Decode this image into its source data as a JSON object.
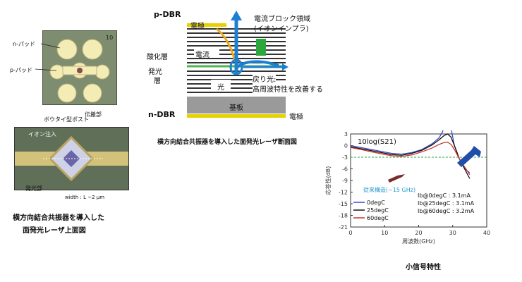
{
  "top_view": {
    "n_pad": "n-パッド",
    "p_pad": "p-パッド",
    "marker": "10",
    "post_label": "ボウタイ型ポスト",
    "propagation_label": "伝搬部",
    "injection_label": "イオン注入",
    "emission_label": "発光部",
    "width_label": "width : L ~2 μm",
    "caption_line1": "横方向結合共振器を導入した",
    "caption_line2": "面発光レーザ上面図"
  },
  "cross_section": {
    "p_dbr": "p-DBR",
    "electrode_top": "電極",
    "oxide_layer": "酸化層",
    "active_layer_line1": "発光",
    "active_layer_line2": "層",
    "current_label": "電流",
    "light_label": "光",
    "block_region_line1": "電流ブロック領域",
    "block_region_line2": "(イオンインプラ)",
    "feedback_line1": "戻り光:",
    "feedback_line2": "高周波特性を改善する",
    "substrate": "基板",
    "n_dbr": "n-DBR",
    "electrode_bottom": "電極",
    "caption": "横方向結合共振器を導入した面発光レーザ断面図"
  },
  "chart_caption": "小信号特性",
  "legacy_label": "従来構造(~15 GHz)",
  "conditions": [
    "Ib@0degC : 3.1mA",
    "Ib@25degC : 3.1mA",
    "Ib@60degC : 3.2mA"
  ],
  "colors": {
    "s0": "#3d4bbf",
    "s25": "#111111",
    "s60": "#c8382a",
    "ref": "#2aa64a",
    "arrow_blue": "#1f4fa8",
    "arrow_red": "#7b2a2a"
  },
  "chart_data": {
    "type": "line",
    "title": "10log(S21)",
    "xlabel": "周波数(GHz)",
    "ylabel": "応答性(dB)",
    "xlim": [
      0,
      40
    ],
    "ylim": [
      -21,
      3
    ],
    "xticks": [
      0,
      10,
      20,
      30,
      40
    ],
    "yticks": [
      3,
      0,
      -3,
      -6,
      -9,
      -12,
      -15,
      -18,
      -21
    ],
    "reference_line": -3,
    "legend": [
      "0degC",
      "25degC",
      "60degC"
    ],
    "series": [
      {
        "name": "0degC",
        "x": [
          0,
          3,
          6,
          9,
          12,
          15,
          18,
          21,
          24,
          26,
          27,
          28,
          28.7,
          29.5,
          30.5,
          32,
          33.5,
          35
        ],
        "y": [
          0,
          -0.5,
          -1,
          -1.5,
          -2,
          -2.2,
          -1.8,
          -1,
          0.5,
          2,
          3.5,
          6,
          7.5,
          4.5,
          0,
          -3.5,
          -6,
          -7
        ]
      },
      {
        "name": "25degC",
        "x": [
          0,
          3,
          6,
          9,
          12,
          15,
          18,
          21,
          24,
          26,
          27.5,
          28.5,
          29.5,
          30.5,
          32,
          33.5,
          35
        ],
        "y": [
          -0.3,
          -0.8,
          -1.3,
          -1.8,
          -2.3,
          -2.5,
          -2,
          -1.2,
          0.2,
          1.5,
          2.6,
          3,
          2.2,
          0,
          -3.5,
          -6,
          -8.5
        ]
      },
      {
        "name": "60degC",
        "x": [
          0,
          3,
          6,
          9,
          12,
          15,
          18,
          21,
          24,
          26,
          27.5,
          28.5,
          29.5,
          30.5,
          32,
          33.5,
          35
        ],
        "y": [
          -0.5,
          -1,
          -1.6,
          -2.1,
          -2.6,
          -2.8,
          -2.4,
          -1.6,
          -0.6,
          0.3,
          0.8,
          0.9,
          0.3,
          -1,
          -3.5,
          -5.5,
          -7.5
        ]
      }
    ]
  }
}
